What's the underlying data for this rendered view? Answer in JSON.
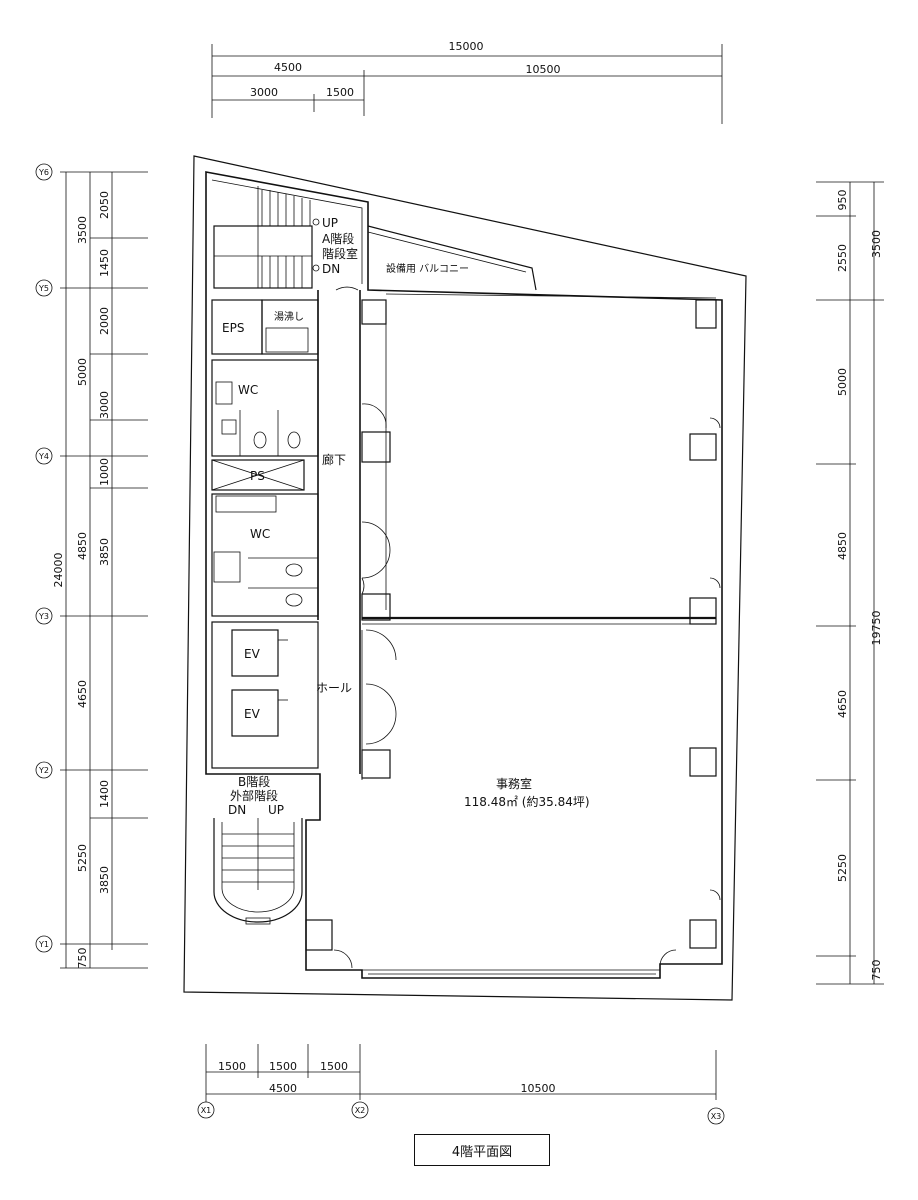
{
  "dims": {
    "top_total": "15000",
    "top_a": "4500",
    "top_b": "10500",
    "top_a1": "3000",
    "top_a2": "1500",
    "bottom_1": "1500",
    "bottom_2": "1500",
    "bottom_3": "1500",
    "bottom_a": "4500",
    "bottom_b": "10500",
    "left_total": "24000",
    "left_major": [
      "3500",
      "5000",
      "4850",
      "4650",
      "5250",
      "750"
    ],
    "left_minor": [
      "2050",
      "1450",
      "2000",
      "3000",
      "1000",
      "3850",
      "1400",
      "3850"
    ],
    "right_total": "19750",
    "right_top": "3500",
    "right_minor": [
      "950",
      "2550"
    ],
    "right_major": [
      "5000",
      "4850",
      "4650",
      "5250",
      "750"
    ]
  },
  "axes": {
    "y": [
      "Y6",
      "Y5",
      "Y4",
      "Y3",
      "Y2",
      "Y1"
    ],
    "x": [
      "X1",
      "X2",
      "X3"
    ]
  },
  "rooms": {
    "stair_a_up": "UP",
    "stair_a_name": "A階段",
    "stair_a_room": "階段室",
    "stair_a_dn": "DN",
    "balcony": "設備用 バルコニー",
    "eps": "EPS",
    "pantry": "湯沸し",
    "wc1": "WC",
    "ps": "PS",
    "corridor": "廊下",
    "wc2": "WC",
    "ev1": "EV",
    "ev2": "EV",
    "hall": "ホール",
    "stair_b_name": "B階段",
    "stair_b_room": "外部階段",
    "stair_b_dn": "DN",
    "stair_b_up": "UP",
    "office": "事務室",
    "office_area": "118.48㎡ (約35.84坪)"
  },
  "title": "4階平面図"
}
